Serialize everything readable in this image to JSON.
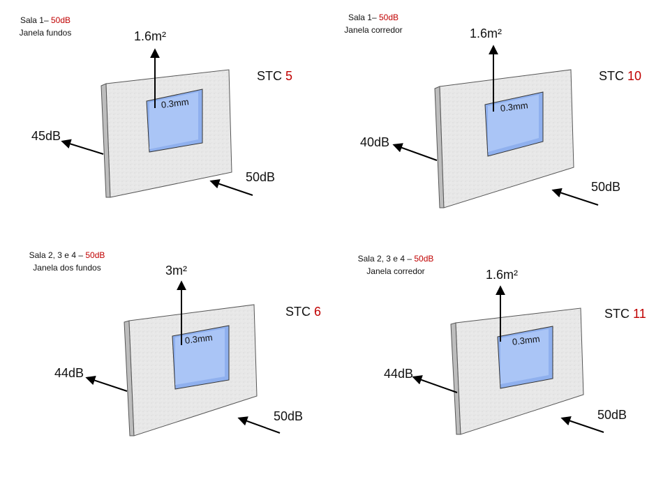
{
  "colors": {
    "accent": "#c00000",
    "wall": "#e6e6e6",
    "window": "#a9c4f5",
    "arrow": "#000000"
  },
  "panels": [
    {
      "caption_line1_pre": "Sala 1– ",
      "caption_line1_red": "50dB",
      "caption_line2": "Janela fundos",
      "area": "1.6m²",
      "stc_label": "STC ",
      "stc_value": "5",
      "thickness": "0.3mm",
      "out_db": "45dB",
      "in_db": "50dB"
    },
    {
      "caption_line1_pre": "Sala 1– ",
      "caption_line1_red": "50dB",
      "caption_line2": "Janela corredor",
      "area": "1.6m²",
      "stc_label": "STC ",
      "stc_value": "10",
      "thickness": "0.3mm",
      "out_db": "40dB",
      "in_db": "50dB"
    },
    {
      "caption_line1_pre": "Sala 2, 3 e 4 – ",
      "caption_line1_red": "50dB",
      "caption_line2": "Janela dos fundos",
      "area": "3m²",
      "stc_label": "STC ",
      "stc_value": "6",
      "thickness": "0.3mm",
      "out_db": "44dB",
      "in_db": "50dB"
    },
    {
      "caption_line1_pre": "Sala 2, 3 e 4 – ",
      "caption_line1_red": "50dB",
      "caption_line2": "Janela corredor",
      "area": "1.6m²",
      "stc_label": "STC ",
      "stc_value": "11",
      "thickness": "0.3mm",
      "out_db": "44dB",
      "in_db": "50dB"
    }
  ]
}
